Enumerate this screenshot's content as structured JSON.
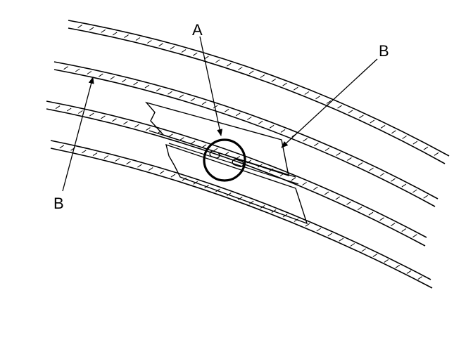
{
  "callouts": {
    "a": "A",
    "b_right": "B",
    "b_left": "B"
  },
  "colors": {
    "ink": "#000000",
    "background": "#ffffff"
  }
}
